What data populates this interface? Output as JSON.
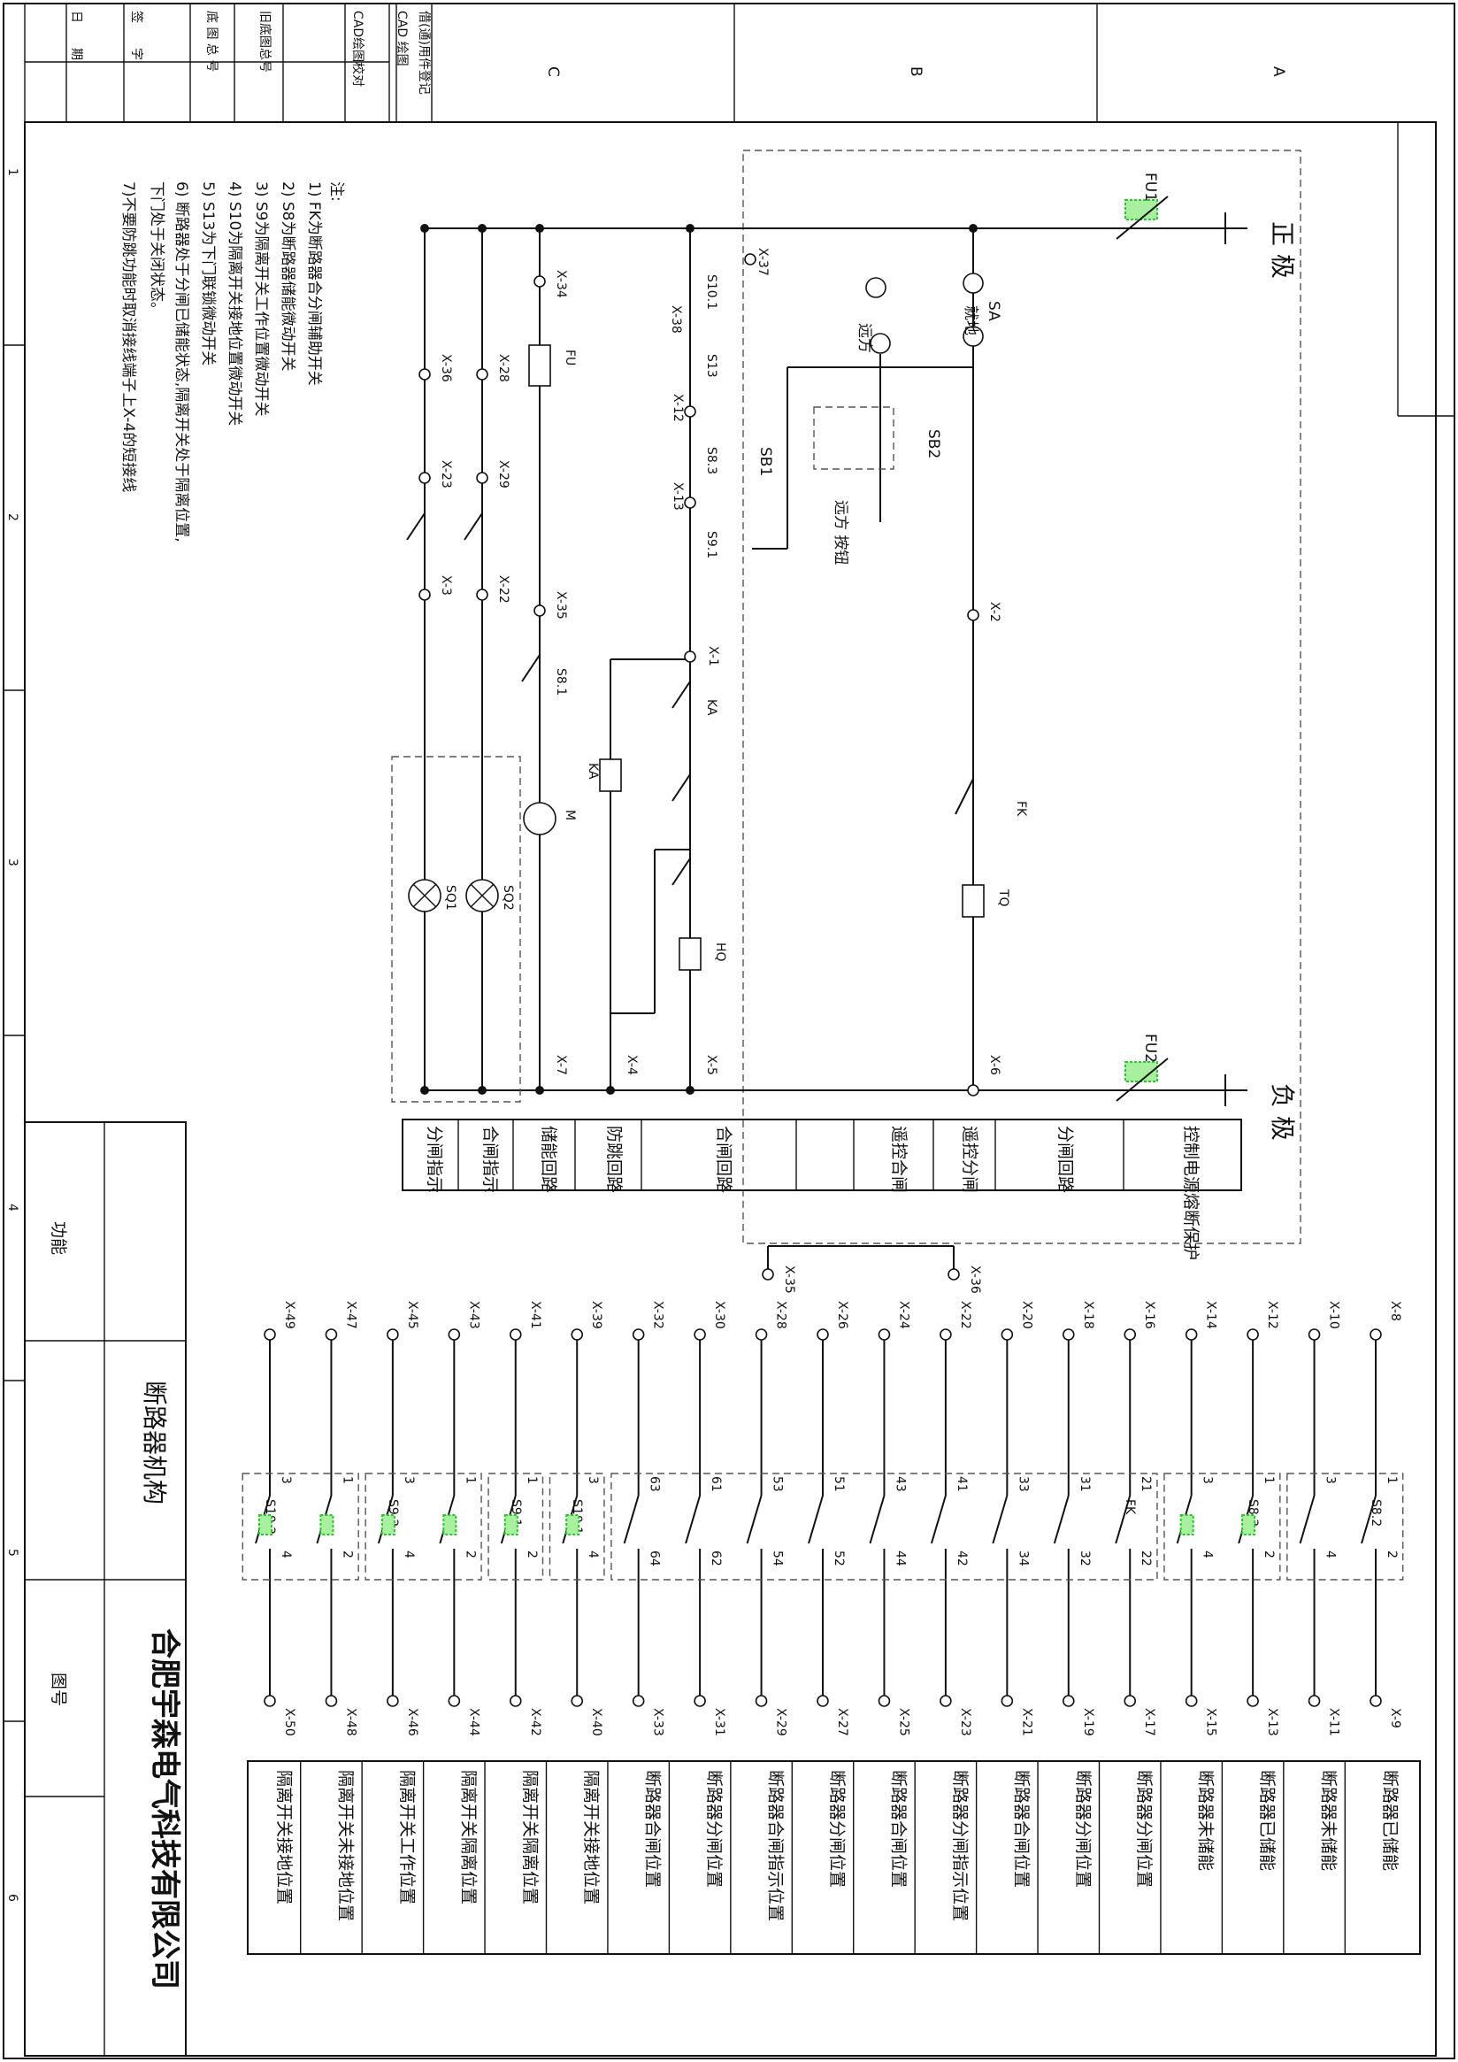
{
  "title_block": {
    "company": "合肥宇森电气科技有限公司",
    "mechanism": "断路器机构",
    "function_label": "功能",
    "drawing_no_label": "图号",
    "side_rows": [
      "借(通)用件登记",
      "CAD 绘图",
      "CAD绘图校对",
      "旧底图总号",
      "底 图 总 号",
      "签　　字",
      "日　　期"
    ],
    "zones_top": [
      "A",
      "B",
      "C"
    ],
    "zones_side": [
      "1",
      "2",
      "3",
      "4",
      "5",
      "6"
    ]
  },
  "notes": {
    "heading": "注:",
    "lines": [
      "1) FK为断路器合分闸辅助开关",
      "2) S8为断路器储能微动开关",
      "3) S9为隔离开关工作位置微动开关",
      "4) S10为隔离开关接地位置微动开关",
      "5) S13为下门联锁微动开关",
      "6) 断路器处于分闸已储能状态,隔离开关处于隔离位置,",
      "   下门处于关闭状态。",
      "7)不要防跳功能时取消接线端子上X-4的短接线"
    ]
  },
  "schematic": {
    "bus_pos": "正\n极",
    "bus_neg": "负\n极",
    "fuses": [
      "FU1",
      "FU2"
    ],
    "sa": {
      "name": "SA",
      "local": "就地",
      "remote": "远方"
    },
    "remote_button": "远方\n按钮",
    "buttons": [
      "SB1",
      "SB2"
    ],
    "coils": [
      "TQ",
      "HQ",
      "KA",
      "M",
      "FU"
    ],
    "switch_contacts": [
      "S10.1",
      "S13",
      "S8.3",
      "S9.1",
      "S8.1",
      "KA",
      "FK"
    ],
    "lamps": [
      "SQ1",
      "SQ2"
    ],
    "terminals": [
      "X-37",
      "X-38",
      "X-12",
      "X-13",
      "X-1",
      "X-2",
      "X-6",
      "X-5",
      "X-4",
      "X-7",
      "X-34",
      "X-35",
      "X-36",
      "X-28",
      "X-29",
      "X-22",
      "X-23",
      "X-3"
    ]
  },
  "circuit_table": [
    "控制电源熔断保护",
    "分闸回路",
    "遥控分闸",
    "遥控合闸",
    "合闸回路",
    "防跳回路",
    "储能回路",
    "合闸指示",
    "分闸指示"
  ],
  "aux_columns": [
    {
      "top": "X-8",
      "bottom": "X-9",
      "switch": "S8.2",
      "c1": "1",
      "c2": "2",
      "desc": "断路器已储能"
    },
    {
      "top": "X-10",
      "bottom": "X-11",
      "switch": "",
      "c1": "3",
      "c2": "4",
      "desc": "断路器未储能"
    },
    {
      "top": "X-12",
      "bottom": "X-13",
      "switch": "S8.3",
      "c1": "1",
      "c2": "2",
      "desc": "断路器已储能"
    },
    {
      "top": "X-14",
      "bottom": "X-15",
      "switch": "",
      "c1": "3",
      "c2": "4",
      "desc": "断路器未储能"
    },
    {
      "top": "X-16",
      "bottom": "X-17",
      "switch": "FK",
      "c1": "21",
      "c2": "22",
      "desc": "断路器分闸位置"
    },
    {
      "top": "X-18",
      "bottom": "X-19",
      "switch": "",
      "c1": "31",
      "c2": "32",
      "desc": "断路器分闸位置"
    },
    {
      "top": "X-20",
      "bottom": "X-21",
      "switch": "",
      "c1": "33",
      "c2": "34",
      "desc": "断路器合闸位置"
    },
    {
      "top": "X-22",
      "bottom": "X-23",
      "switch": "",
      "c1": "41",
      "c2": "42",
      "desc": "断路器分闸指示位置"
    },
    {
      "top": "X-24",
      "bottom": "X-25",
      "switch": "",
      "c1": "43",
      "c2": "44",
      "desc": "断路器合闸位置"
    },
    {
      "top": "X-26",
      "bottom": "X-27",
      "switch": "",
      "c1": "51",
      "c2": "52",
      "desc": "断路器分闸位置"
    },
    {
      "top": "X-28",
      "bottom": "X-29",
      "switch": "",
      "c1": "53",
      "c2": "54",
      "desc": "断路器合闸指示位置"
    },
    {
      "top": "X-30",
      "bottom": "X-31",
      "switch": "",
      "c1": "61",
      "c2": "62",
      "desc": "断路器分闸位置"
    },
    {
      "top": "X-32",
      "bottom": "X-33",
      "switch": "",
      "c1": "63",
      "c2": "64",
      "desc": "断路器合闸位置"
    },
    {
      "top": "X-39",
      "bottom": "X-40",
      "switch": "S10.1",
      "c1": "3",
      "c2": "4",
      "desc": "隔离开关接地位置"
    },
    {
      "top": "X-41",
      "bottom": "X-42",
      "switch": "S9.1",
      "c1": "1",
      "c2": "2",
      "desc": "隔离开关隔离位置"
    },
    {
      "top": "X-43",
      "bottom": "X-44",
      "switch": "",
      "c1": "1",
      "c2": "2",
      "desc": "隔离开关隔离位置"
    },
    {
      "top": "X-45",
      "bottom": "X-46",
      "switch": "S9.2",
      "c1": "3",
      "c2": "4",
      "desc": "隔离开关工作位置"
    },
    {
      "top": "X-47",
      "bottom": "X-48",
      "switch": "",
      "c1": "1",
      "c2": "2",
      "desc": "隔离开关未接地位置"
    },
    {
      "top": "X-49",
      "bottom": "X-50",
      "switch": "S10.2",
      "c1": "3",
      "c2": "4",
      "desc": "隔离开关接地位置"
    }
  ],
  "jumper_labels": [
    "X-35",
    "X-36"
  ]
}
